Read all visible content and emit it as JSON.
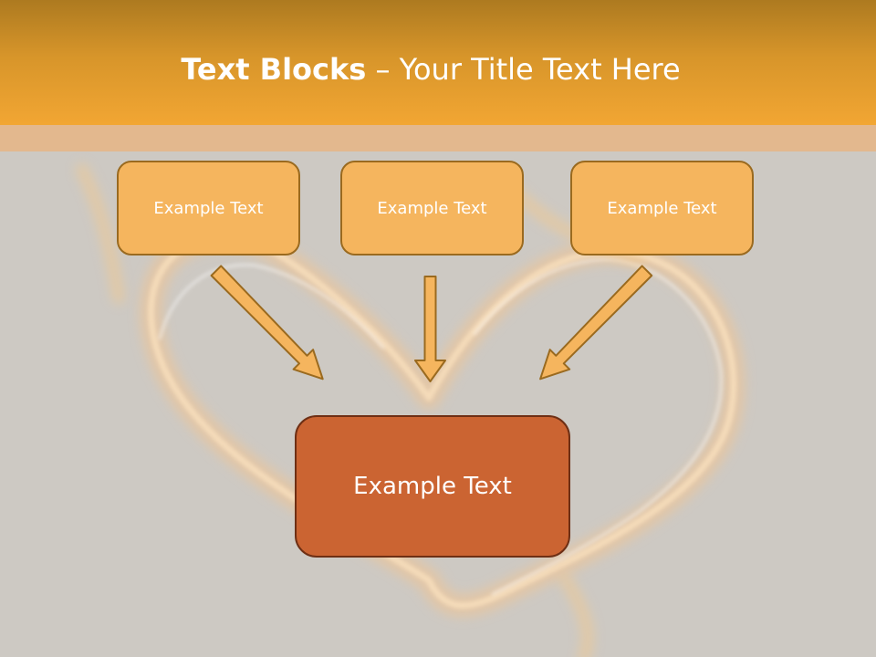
{
  "slide": {
    "title_bold": "Text Blocks",
    "title_separator": " – ",
    "title_rest": "Your Title Text Here",
    "boxes": [
      {
        "label": "Example Text"
      },
      {
        "label": "Example Text"
      },
      {
        "label": "Example Text"
      }
    ],
    "center_box": {
      "label": "Example Text"
    }
  },
  "colors": {
    "header_top": "#ad7a20",
    "header_bottom": "#f2a633",
    "header_band": "#e3b88e",
    "background": "#cdc9c3",
    "small_box_fill": "#f5b55e",
    "small_box_border": "#9a6a1f",
    "center_box_fill": "#cb6432",
    "center_box_border": "#6e2f14",
    "arrow_fill": "#f5b55e",
    "arrow_border": "#9a6a1f"
  }
}
